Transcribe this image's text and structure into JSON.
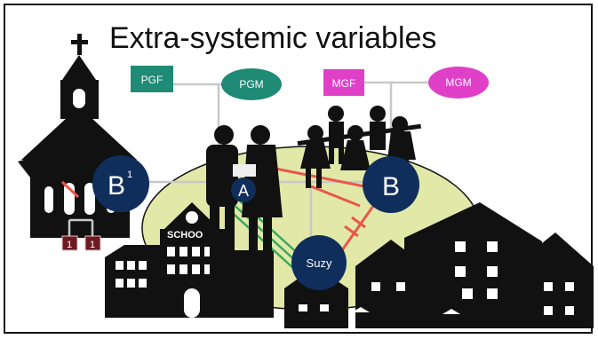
{
  "slide": {
    "title": "Extra-systemic variables"
  },
  "genogram": {
    "paternal": {
      "grandfather": "PGF",
      "grandmother": "PGM",
      "grandfather_color": "#1f8a75",
      "grandmother_color": "#1f8a75"
    },
    "maternal": {
      "grandfather": "MGF",
      "grandmother": "MGM",
      "grandfather_color": "#e040c8",
      "grandmother_color": "#e040c8"
    },
    "nodes": {
      "b1_label": "B",
      "b1_sup": "1",
      "a_label": "A",
      "b_label": "B",
      "child_label": "Suzy",
      "small_left": "1",
      "small_right": "1"
    },
    "colors": {
      "node": "#0f2e5c",
      "ellipse": "#d8e08a",
      "conflict": "#e8584a",
      "close": "#3aa860",
      "small_box": "#6b1a22"
    }
  },
  "silhouettes": {
    "school_sign": "SCHOO"
  }
}
